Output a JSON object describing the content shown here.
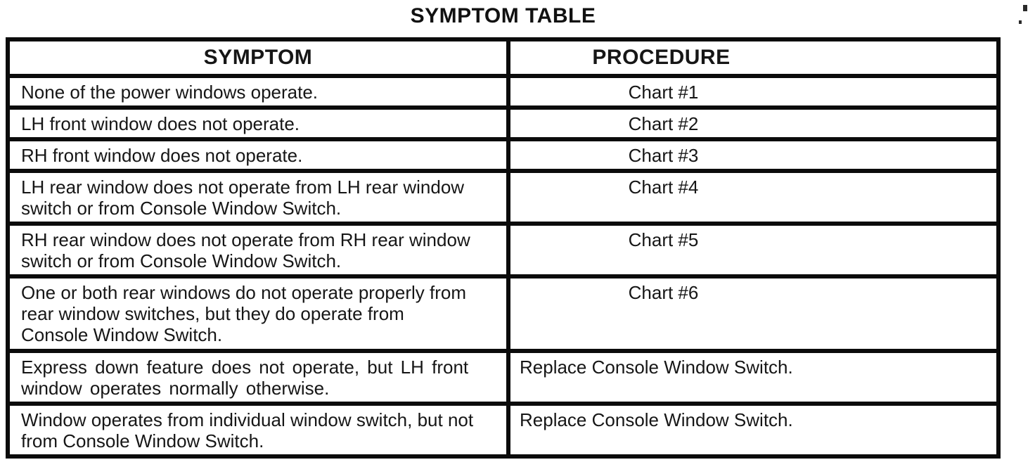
{
  "page_title": "SYMPTOM TABLE",
  "table": {
    "headers": {
      "symptom": "SYMPTOM",
      "procedure": "PROCEDURE"
    },
    "rows": [
      {
        "symptom": "None of the power windows operate.",
        "procedure": "Chart #1"
      },
      {
        "symptom": "LH front window does not operate.",
        "procedure": "Chart #2"
      },
      {
        "symptom": "RH front window does not operate.",
        "procedure": "Chart #3"
      },
      {
        "symptom": "LH rear window does not operate from LH rear window\nswitch or from Console Window Switch.",
        "procedure": "Chart #4"
      },
      {
        "symptom": "RH rear window does not operate from RH rear window\nswitch or from Console Window Switch.",
        "procedure": "Chart #5"
      },
      {
        "symptom": "One or both rear windows do not operate properly from\nrear window switches, but they do operate from\nConsole Window Switch.",
        "procedure": "Chart #6"
      },
      {
        "symptom": "Express down feature does not operate, but LH front\nwindow operates normally otherwise.",
        "procedure": "Replace Console Window Switch."
      },
      {
        "symptom": "Window operates from individual window switch, but not\nfrom Console Window Switch.",
        "procedure": "Replace Console Window Switch."
      }
    ]
  }
}
